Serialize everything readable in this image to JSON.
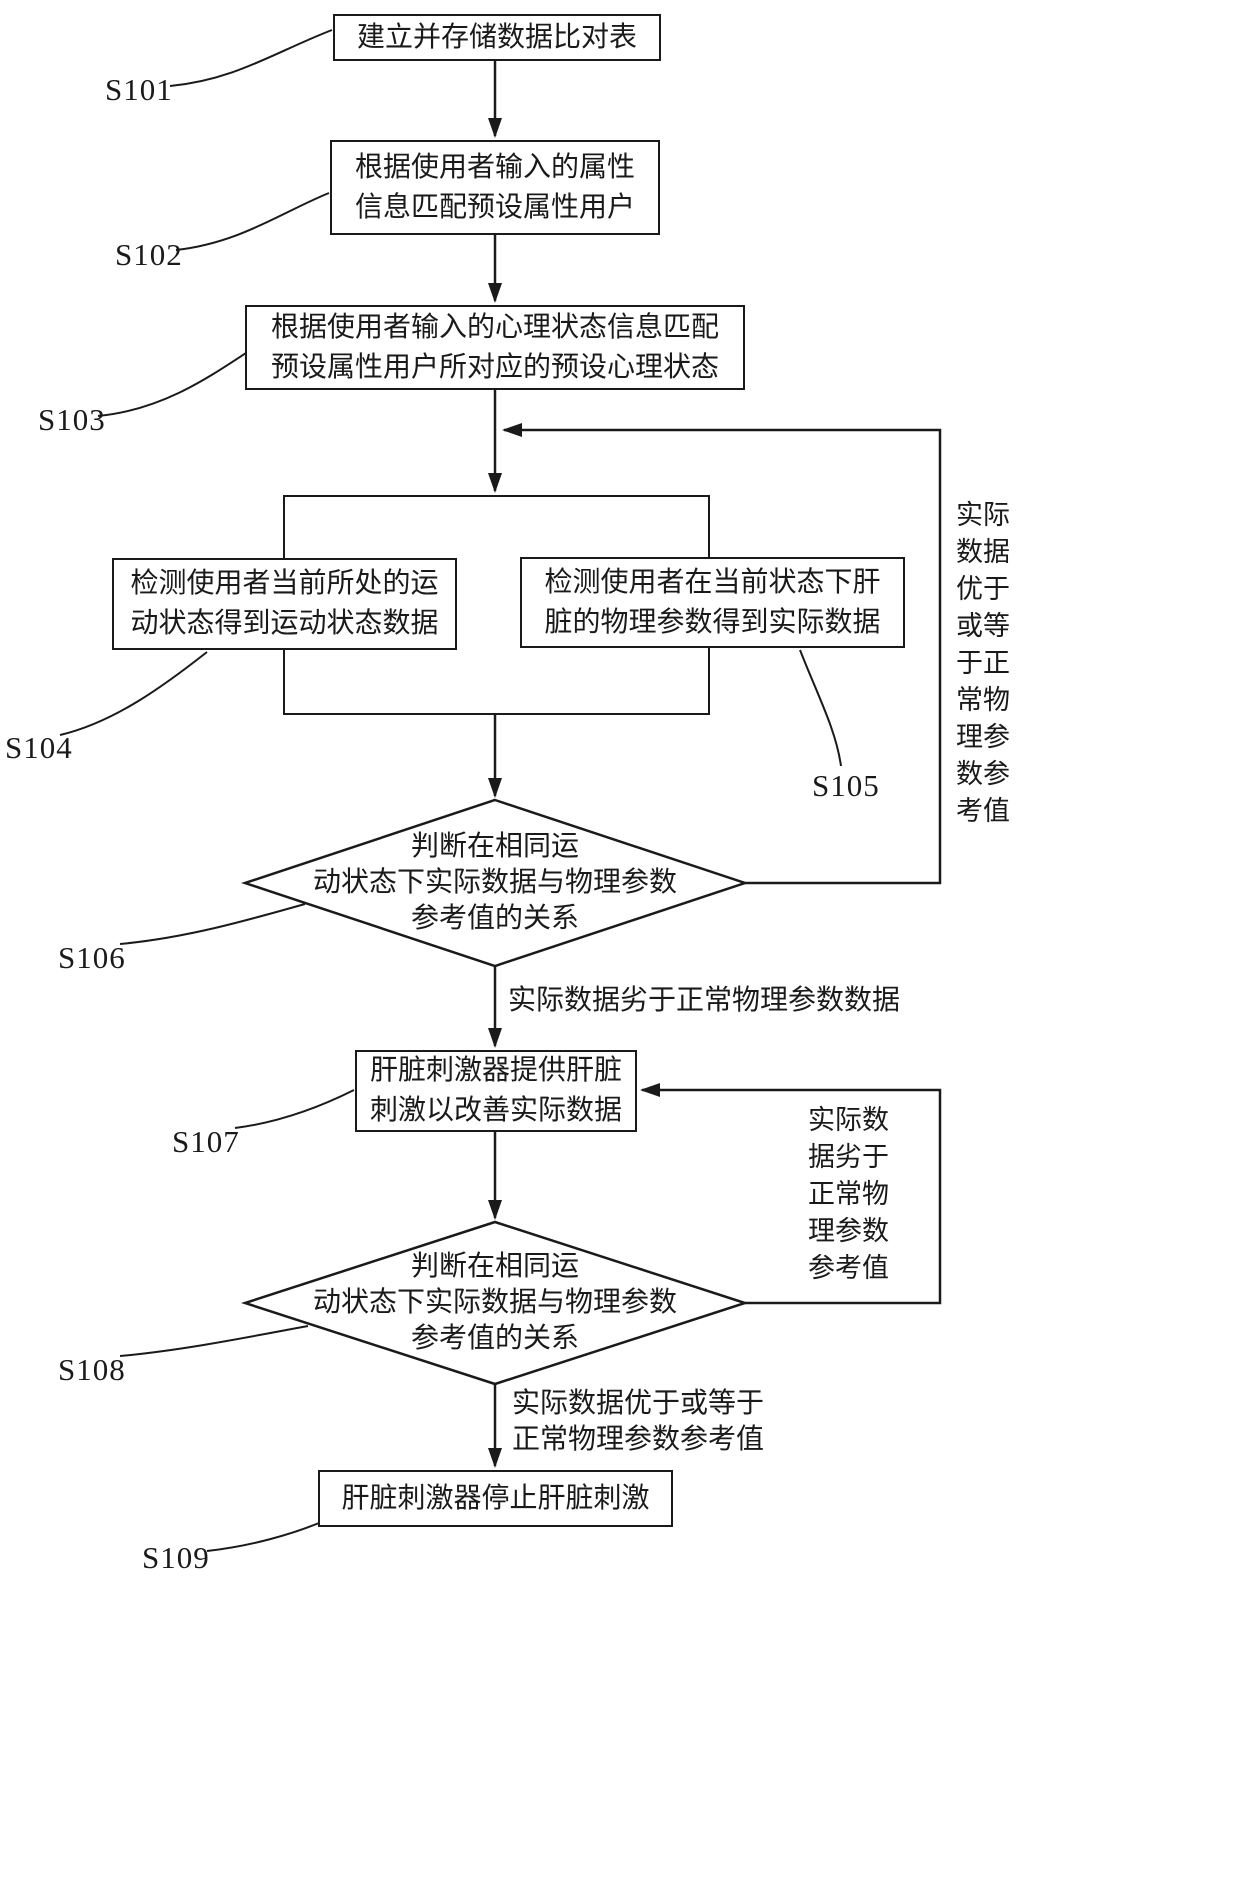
{
  "steps": {
    "s101": {
      "label": "S101",
      "text": "建立并存储数据比对表"
    },
    "s102": {
      "label": "S102",
      "text": "根据使用者输入的属性\n信息匹配预设属性用户"
    },
    "s103": {
      "label": "S103",
      "text": "根据使用者输入的心理状态信息匹配\n预设属性用户所对应的预设心理状态"
    },
    "s104": {
      "label": "S104",
      "text": "检测使用者当前所处的运\n动状态得到运动状态数据"
    },
    "s105": {
      "label": "S105",
      "text": "检测使用者在当前状态下肝\n脏的物理参数得到实际数据"
    },
    "s106": {
      "label": "S106",
      "text": "判断在相同运\n动状态下实际数据与物理参数\n参考值的关系"
    },
    "s107": {
      "label": "S107",
      "text": "肝脏刺激器提供肝脏\n刺激以改善实际数据"
    },
    "s108": {
      "label": "S108",
      "text": "判断在相同运\n动状态下实际数据与物理参数\n参考值的关系"
    },
    "s109": {
      "label": "S109",
      "text": "肝脏刺激器停止肝脏刺激"
    }
  },
  "edge_labels": {
    "s106_no": "实际数据劣于正常物理参数数据",
    "s106_yes_vertical": "实际数据优于或等于正常物理参数参考值",
    "s108_no": "实际数据劣于正常物理参数参考值",
    "s108_yes": "实际数据优于或等于\n正常物理参数参考值"
  },
  "colors": {
    "line": "#1a1a1a",
    "background": "#ffffff",
    "text": "#1a1a1a"
  }
}
